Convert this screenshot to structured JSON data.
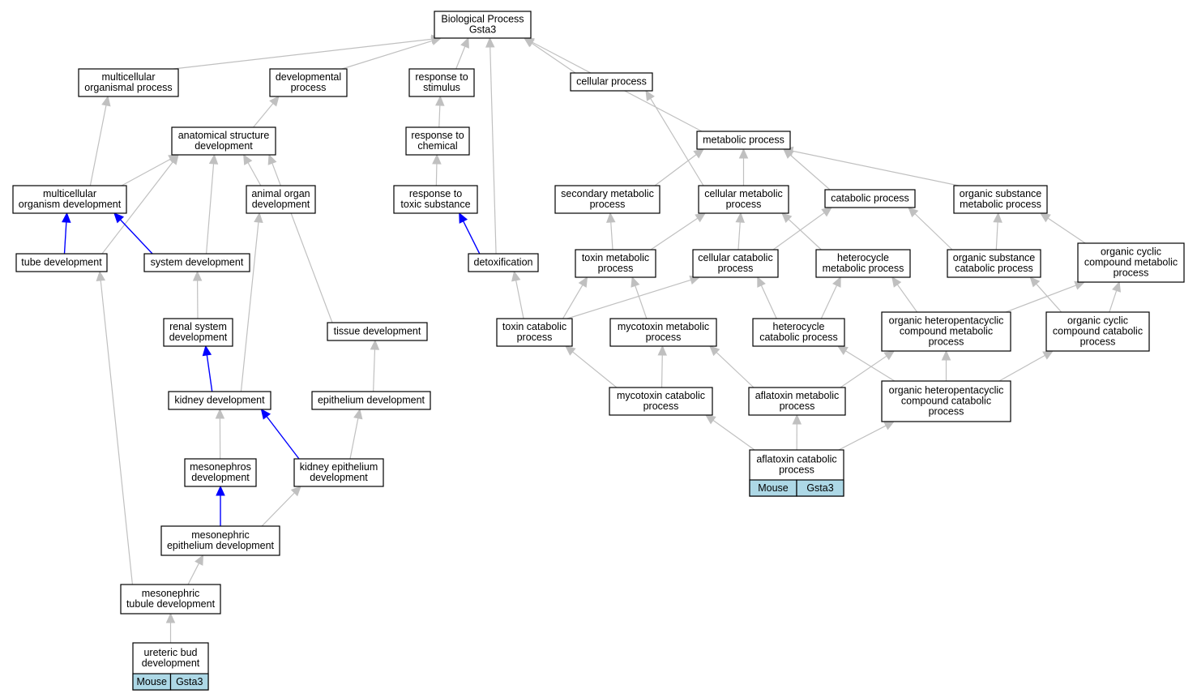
{
  "colors": {
    "edge_default": "#c0c0c0",
    "edge_highlight": "#0000ff",
    "leaf_fill": "#add8e6"
  },
  "nodes": [
    {
      "id": "root",
      "lines": [
        "Biological Process",
        "Gsta3"
      ]
    },
    {
      "id": "mcp",
      "lines": [
        "multicellular",
        "organismal process"
      ]
    },
    {
      "id": "dev",
      "lines": [
        "developmental",
        "process"
      ]
    },
    {
      "id": "rts",
      "lines": [
        "response to",
        "stimulus"
      ]
    },
    {
      "id": "cp",
      "lines": [
        "cellular process"
      ]
    },
    {
      "id": "asd",
      "lines": [
        "anatomical structure",
        "development"
      ]
    },
    {
      "id": "rtc",
      "lines": [
        "response to",
        "chemical"
      ]
    },
    {
      "id": "mp",
      "lines": [
        "metabolic process"
      ]
    },
    {
      "id": "mod",
      "lines": [
        "multicellular",
        "organism development"
      ]
    },
    {
      "id": "aod",
      "lines": [
        "animal organ",
        "development"
      ]
    },
    {
      "id": "rtts",
      "lines": [
        "response to",
        "toxic substance"
      ]
    },
    {
      "id": "smp",
      "lines": [
        "secondary metabolic",
        "process"
      ]
    },
    {
      "id": "cmp",
      "lines": [
        "cellular metabolic",
        "process"
      ]
    },
    {
      "id": "catp",
      "lines": [
        "catabolic process"
      ]
    },
    {
      "id": "osmp",
      "lines": [
        "organic substance",
        "metabolic process"
      ]
    },
    {
      "id": "tubed",
      "lines": [
        "tube development"
      ]
    },
    {
      "id": "sysd",
      "lines": [
        "system development"
      ]
    },
    {
      "id": "detox",
      "lines": [
        "detoxification"
      ]
    },
    {
      "id": "tmp",
      "lines": [
        "toxin metabolic",
        "process"
      ]
    },
    {
      "id": "ccp",
      "lines": [
        "cellular catabolic",
        "process"
      ]
    },
    {
      "id": "hmp",
      "lines": [
        "heterocycle",
        "metabolic process"
      ]
    },
    {
      "id": "oscp",
      "lines": [
        "organic substance",
        "catabolic process"
      ]
    },
    {
      "id": "ocmp",
      "lines": [
        "organic cyclic",
        "compound metabolic",
        "process"
      ]
    },
    {
      "id": "rsd",
      "lines": [
        "renal system",
        "development"
      ]
    },
    {
      "id": "tisd",
      "lines": [
        "tissue development"
      ]
    },
    {
      "id": "tcp",
      "lines": [
        "toxin catabolic",
        "process"
      ]
    },
    {
      "id": "mymp",
      "lines": [
        "mycotoxin metabolic",
        "process"
      ]
    },
    {
      "id": "hcp",
      "lines": [
        "heterocycle",
        "catabolic process"
      ]
    },
    {
      "id": "ohmp",
      "lines": [
        "organic heteropentacyclic",
        "compound metabolic",
        "process"
      ]
    },
    {
      "id": "occp",
      "lines": [
        "organic cyclic",
        "compound catabolic",
        "process"
      ]
    },
    {
      "id": "kidd",
      "lines": [
        "kidney development"
      ]
    },
    {
      "id": "epid",
      "lines": [
        "epithelium development"
      ]
    },
    {
      "id": "mycp",
      "lines": [
        "mycotoxin catabolic",
        "process"
      ]
    },
    {
      "id": "amp",
      "lines": [
        "aflatoxin metabolic",
        "process"
      ]
    },
    {
      "id": "ohcp",
      "lines": [
        "organic heteropentacyclic",
        "compound catabolic",
        "process"
      ]
    },
    {
      "id": "mesd",
      "lines": [
        "mesonephros",
        "development"
      ]
    },
    {
      "id": "ked",
      "lines": [
        "kidney epithelium",
        "development"
      ]
    },
    {
      "id": "acp",
      "lines": [
        "aflatoxin catabolic",
        "process"
      ],
      "leaf": [
        "Mouse",
        "Gsta3"
      ]
    },
    {
      "id": "med",
      "lines": [
        "mesonephric",
        "epithelium development"
      ]
    },
    {
      "id": "mtd",
      "lines": [
        "mesonephric",
        "tubule development"
      ]
    },
    {
      "id": "ubd",
      "lines": [
        "ureteric bud",
        "development"
      ],
      "leaf": [
        "Mouse",
        "Gsta3"
      ]
    }
  ],
  "edges": [
    {
      "from": "mcp",
      "to": "root"
    },
    {
      "from": "dev",
      "to": "root"
    },
    {
      "from": "rts",
      "to": "root"
    },
    {
      "from": "cp",
      "to": "root"
    },
    {
      "from": "mp",
      "to": "root"
    },
    {
      "from": "detox",
      "to": "root"
    },
    {
      "from": "asd",
      "to": "dev"
    },
    {
      "from": "rtc",
      "to": "rts"
    },
    {
      "from": "rtts",
      "to": "rtc"
    },
    {
      "from": "mod",
      "to": "mcp"
    },
    {
      "from": "mod",
      "to": "asd"
    },
    {
      "from": "aod",
      "to": "asd"
    },
    {
      "from": "tubed",
      "to": "asd"
    },
    {
      "from": "sysd",
      "to": "asd"
    },
    {
      "from": "tisd",
      "to": "asd"
    },
    {
      "from": "tubed",
      "to": "mod",
      "highlight": true
    },
    {
      "from": "sysd",
      "to": "mod",
      "highlight": true
    },
    {
      "from": "detox",
      "to": "rtts",
      "highlight": true
    },
    {
      "from": "smp",
      "to": "mp"
    },
    {
      "from": "cmp",
      "to": "mp"
    },
    {
      "from": "catp",
      "to": "mp"
    },
    {
      "from": "osmp",
      "to": "mp"
    },
    {
      "from": "cmp",
      "to": "cp"
    },
    {
      "from": "tmp",
      "to": "smp"
    },
    {
      "from": "tmp",
      "to": "cmp"
    },
    {
      "from": "ccp",
      "to": "cmp"
    },
    {
      "from": "hmp",
      "to": "cmp"
    },
    {
      "from": "ccp",
      "to": "catp"
    },
    {
      "from": "oscp",
      "to": "catp"
    },
    {
      "from": "oscp",
      "to": "osmp"
    },
    {
      "from": "ocmp",
      "to": "osmp"
    },
    {
      "from": "rsd",
      "to": "sysd"
    },
    {
      "from": "tcp",
      "to": "detox"
    },
    {
      "from": "tcp",
      "to": "tmp"
    },
    {
      "from": "tcp",
      "to": "ccp"
    },
    {
      "from": "mymp",
      "to": "tmp"
    },
    {
      "from": "hcp",
      "to": "ccp"
    },
    {
      "from": "hcp",
      "to": "hmp"
    },
    {
      "from": "ohmp",
      "to": "hmp"
    },
    {
      "from": "ohmp",
      "to": "ocmp"
    },
    {
      "from": "occp",
      "to": "oscp"
    },
    {
      "from": "occp",
      "to": "ocmp"
    },
    {
      "from": "kidd",
      "to": "rsd",
      "highlight": true
    },
    {
      "from": "kidd",
      "to": "aod"
    },
    {
      "from": "epid",
      "to": "tisd"
    },
    {
      "from": "mycp",
      "to": "tcp"
    },
    {
      "from": "mycp",
      "to": "mymp"
    },
    {
      "from": "amp",
      "to": "mymp"
    },
    {
      "from": "amp",
      "to": "ohmp"
    },
    {
      "from": "ohcp",
      "to": "hcp"
    },
    {
      "from": "ohcp",
      "to": "ohmp"
    },
    {
      "from": "ohcp",
      "to": "occp"
    },
    {
      "from": "mesd",
      "to": "kidd"
    },
    {
      "from": "ked",
      "to": "kidd",
      "highlight": true
    },
    {
      "from": "ked",
      "to": "epid"
    },
    {
      "from": "acp",
      "to": "mycp"
    },
    {
      "from": "acp",
      "to": "amp"
    },
    {
      "from": "acp",
      "to": "ohcp"
    },
    {
      "from": "med",
      "to": "mesd",
      "highlight": true
    },
    {
      "from": "med",
      "to": "ked"
    },
    {
      "from": "mtd",
      "to": "med"
    },
    {
      "from": "mtd",
      "to": "tubed"
    },
    {
      "from": "ubd",
      "to": "mtd"
    }
  ]
}
